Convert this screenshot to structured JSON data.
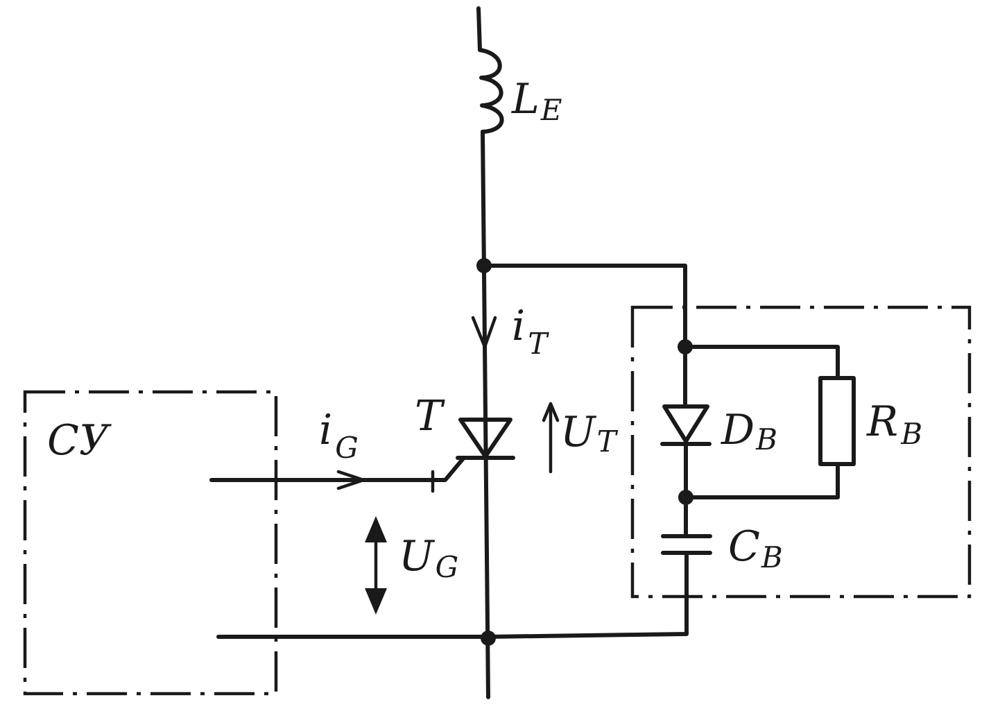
{
  "diagram": {
    "labels": {
      "inductor": {
        "main": "L",
        "sub": "E"
      },
      "anode_current": {
        "main": "i",
        "sub": "T"
      },
      "thyristor": {
        "main": "T"
      },
      "thyristor_voltage": {
        "main": "U",
        "sub": "T"
      },
      "gate_current": {
        "main": "i",
        "sub": "G"
      },
      "gate_voltage": {
        "main": "U",
        "sub": "G"
      },
      "control_unit": {
        "main": "СУ"
      },
      "diode": {
        "main": "D",
        "sub": "B"
      },
      "resistor": {
        "main": "R",
        "sub": "B"
      },
      "capacitor": {
        "main": "C",
        "sub": "B"
      }
    },
    "colors": {
      "ink": "#1a1a1a",
      "paper": "#ffffff"
    }
  }
}
